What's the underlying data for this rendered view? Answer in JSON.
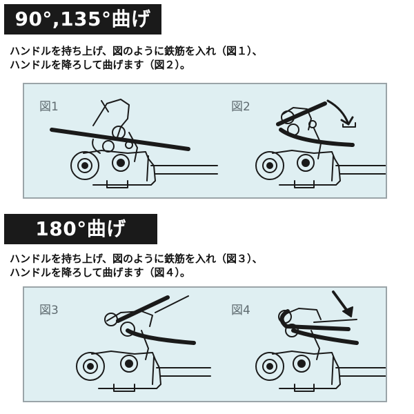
{
  "section1": {
    "title": "90°,135°曲げ",
    "instruction_line1": "ハンドルを持ち上げ、図のように鉄筋を入れ（図１）、",
    "instruction_line2": "ハンドルを降ろして曲げます（図２）。",
    "figures": [
      "図1",
      "図2"
    ]
  },
  "section2": {
    "title": "180°曲げ",
    "instruction_line1": "ハンドルを持ち上げ、図のように鉄筋を入れ（図３）、",
    "instruction_line2": "ハンドルを降ろして曲げます（図４）。",
    "figures": [
      "図3",
      "図4"
    ]
  },
  "colors": {
    "title_bg": "#1a1a1a",
    "panel_bg": "#dfeff2",
    "line": "#1a1a1a"
  }
}
